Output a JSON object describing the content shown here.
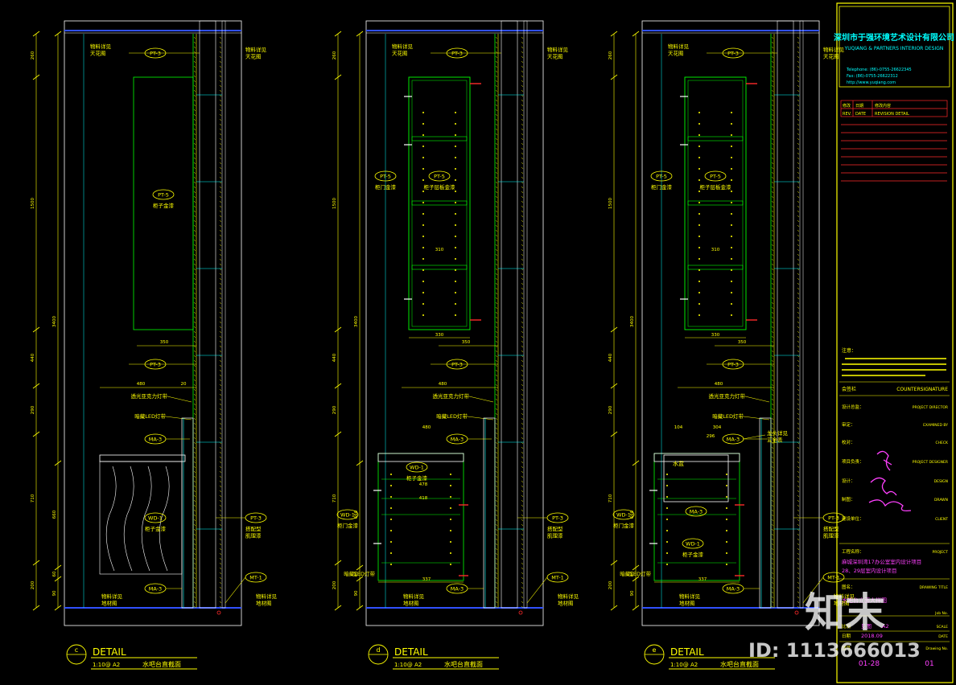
{
  "drawing": {
    "views": [
      {
        "id": "c",
        "detail_word": "DETAIL",
        "scale_text": "1:10@ A2",
        "title": "水吧台直截面",
        "labels": {
          "ceiling_left": [
            "物料详见",
            "天花图"
          ],
          "ceiling_right": [
            "物料详见",
            "天花图"
          ],
          "pt3_top": "PT-3",
          "pt5": "PT-5",
          "pt5_desc": "柜子金漆",
          "pt3_mid": "PT-3",
          "light_strip": "透光亚克力灯带",
          "hidden_led": "暗藏LED灯带",
          "ma3_top": "MA-3",
          "wd1": "WD-1",
          "wd1_desc": "柜子金漆",
          "pt3_right": "PT-3",
          "pt3_right_desc": [
            "搭配型",
            "肌理漆"
          ],
          "mt1": "MT-1",
          "ma3_bottom": "MA-3",
          "floor_left": [
            "物料详见",
            "地材图"
          ],
          "floor_right": [
            "物料详见",
            "地材图"
          ],
          "dim_350": "350",
          "dim_480": "480",
          "dim_20": "20"
        },
        "dims_left": [
          "260",
          "1500",
          "440",
          "290",
          "710",
          "200"
        ],
        "dims_left2": [
          "3400",
          "660",
          "60",
          "90"
        ]
      },
      {
        "id": "d",
        "detail_word": "DETAIL",
        "scale_text": "1:10@ A2",
        "title": "水吧台直截面",
        "labels": {
          "ceiling_left": [
            "物料详见",
            "天花图"
          ],
          "ceiling_right": [
            "物料详见",
            "天花图"
          ],
          "pt3_top": "PT-3",
          "pt5_left": "PT-5",
          "pt5_left_desc": "柜门金漆",
          "pt5": "PT-5",
          "pt5_desc": "柜子层板金漆",
          "pt3_mid": "PT-3",
          "light_strip": "透光亚克力灯带",
          "hidden_led": "暗藏LED灯带",
          "ma3_top": "MA-3",
          "wd1_left": "WD-1",
          "wd1_left_desc": "柜门金漆",
          "wd1": "WD-1",
          "wd1_desc": "柜子金漆",
          "pt3_right": "PT-3",
          "pt3_right_desc": [
            "搭配型",
            "肌理漆"
          ],
          "hidden_led2": "暗藏LED灯带",
          "mt1": "MT-1",
          "ma3_bottom": "MA-3",
          "floor_left": [
            "物料详见",
            "地材图"
          ],
          "floor_right": [
            "物料详见",
            "地材图"
          ],
          "dim_310": "310",
          "dim_330": "330",
          "dim_350": "350",
          "dim_480": "480",
          "dim_478": "478",
          "dim_418": "418",
          "dim_337": "337"
        },
        "dims_left": [
          "260",
          "1500",
          "440",
          "290",
          "710",
          "200"
        ],
        "dims_left2": [
          "3400",
          "660",
          "60",
          "90"
        ]
      },
      {
        "id": "e",
        "detail_word": "DETAIL",
        "scale_text": "1:10@ A2",
        "title": "水吧台直截面",
        "labels": {
          "ceiling_left": [
            "物料详见",
            "天花图"
          ],
          "ceiling_right": [
            "物料详见",
            "天花图"
          ],
          "pt3_top": "PT-3",
          "pt5_left": "PT-5",
          "pt5_left_desc": "柜门金漆",
          "pt5": "PT-5",
          "pt5_desc": "柜子层板金漆",
          "pt3_mid": "PT-3",
          "light_strip": "透光亚克力灯带",
          "hidden_led": "暗藏LED灯带",
          "ma3_top": "MA-3",
          "ma3_box": "MA-3",
          "sink": "水盆",
          "fitting": [
            "龙头详见",
            "五金表"
          ],
          "wd1_left": "WD-1",
          "wd1_left_desc": "柜门金漆",
          "wd1": "WD-1",
          "wd1_desc": "柜子金漆",
          "pt3_right": "PT-3",
          "pt3_right_desc": [
            "搭配型",
            "肌理漆"
          ],
          "hidden_led2": "暗藏LED灯带",
          "mt1": "MT-1",
          "ma3_bottom": "MA-3",
          "floor_left": [
            "物料详见",
            "地材图"
          ],
          "floor_right": [
            "物料详见",
            "地材图"
          ],
          "dim_104": "104",
          "dim_304": "304",
          "dim_296": "296",
          "dim_310": "310",
          "dim_330": "330",
          "dim_350": "350",
          "dim_480": "480",
          "dim_337": "337"
        },
        "dims_left": [
          "260",
          "1500",
          "440",
          "290",
          "710",
          "200"
        ],
        "dims_left2": [
          "3400",
          "660",
          "60",
          "90"
        ]
      }
    ]
  },
  "title_block": {
    "company_cn": "深圳市于强环境艺术设计有限公司",
    "company_en": "YUQIANG & PARTNERS INTERIOR DESIGN",
    "telephone": "Telephone: (86)-0755-26622345",
    "fax": "Fax: (86)-0755-26622312",
    "web": "http://www.yuqiang.com",
    "rev_rows": [
      [
        "修改",
        "日期",
        "修改内容"
      ],
      [
        "REV.",
        "DATE",
        "REVISION DETAIL"
      ]
    ],
    "notes_title": "注意：",
    "counter_cn": "会签栏",
    "counter_en": "COUNTERSIGNATURE",
    "roles": [
      [
        "设计总监：",
        "PROJECT DIRECTOR"
      ],
      [
        "审定：",
        "EXAMINED BY"
      ],
      [
        "校对：",
        "CHECK"
      ],
      [
        "项目负责：",
        "PROJECT DESIGNER"
      ],
      [
        "设计：",
        "DESIGN"
      ],
      [
        "制图：",
        "DRAWN"
      ],
      [
        "建设单位：",
        "CLIENT"
      ]
    ],
    "project_label_cn": "工程名称：",
    "project_label_en": "PROJECT",
    "project_name": [
      "麻城深圳湾17办公室室内设计项目",
      "28、29层室内设计项目"
    ],
    "drawing_title_cn": "图名：",
    "drawing_title_en": "DRAWING TITLE",
    "drawing_title": "水吧台立面大样图",
    "job_label": "Job No.",
    "scale_cn": "比例",
    "scale_value": "见图",
    "scale_value2": "A2",
    "scale_en": "SCALE",
    "date_cn": "日期",
    "date_value": "2018.09",
    "date_en": "DATE",
    "drawing_no_cn": "图号",
    "drawing_no_en": "Drawing No.",
    "drawing_no": "01-28",
    "sheet_no": "01"
  },
  "watermark": {
    "logo_text": "知末",
    "id_text": "ID: 1113666013"
  },
  "colors": {
    "background": "#000000",
    "frame": "#ffffff",
    "yellow": "#ffff00",
    "green": "#00ff00",
    "cyan": "#00ffff",
    "red": "#ff2a2a",
    "blue": "#3050ff",
    "magenta": "#ff40ff"
  }
}
